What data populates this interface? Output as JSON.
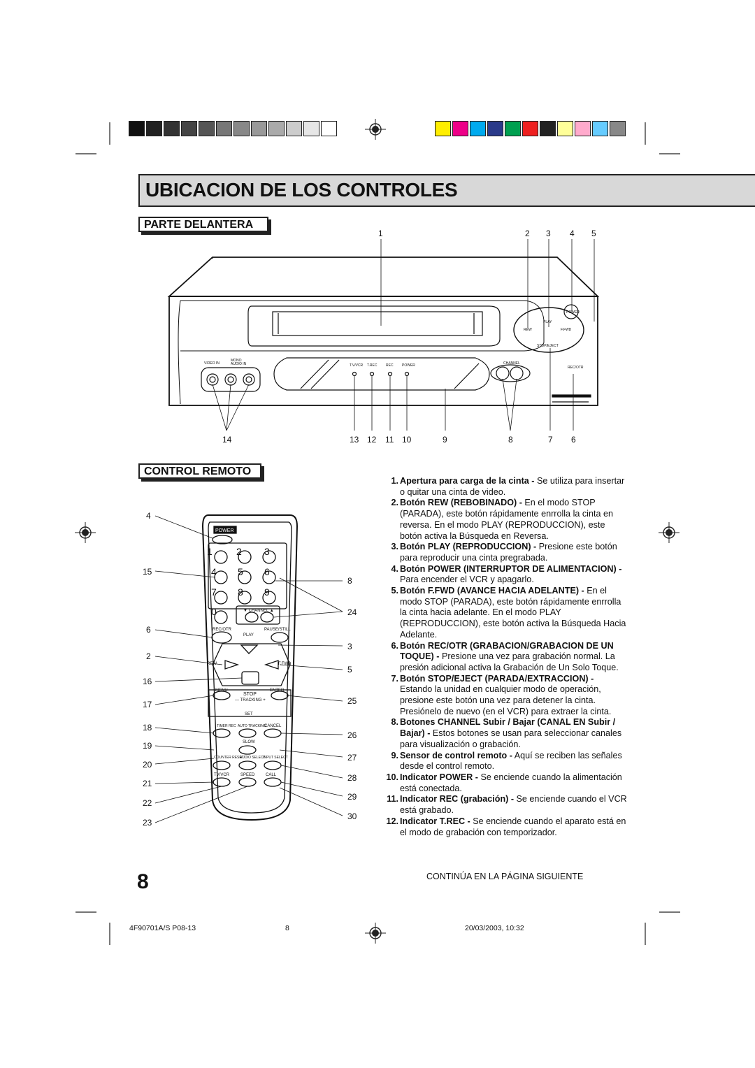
{
  "title": "UBICACION DE LOS CONTROLES",
  "front_section": "PARTE DELANTERA",
  "remote_section": "CONTROL REMOTO",
  "front_top_callouts": [
    "1",
    "2",
    "3",
    "4",
    "5"
  ],
  "front_bottom_callouts": [
    "14",
    "13",
    "12",
    "11",
    "10",
    "9",
    "8",
    "7",
    "6"
  ],
  "vcr_labels": {
    "power": "POWER",
    "play": "PLAY",
    "rew": "REW",
    "ffwd": "F.FWD",
    "stop_eject": "STOP/EJECT",
    "video_in": "VIDEO IN",
    "audio_in": "AUDIO IN",
    "mono": "MONO",
    "tv_vcr": "T.V/VCR",
    "t_rec": "T.REC",
    "rec": "REC",
    "power_ind": "POWER",
    "channel": "CHANNEL",
    "rec_otr": "REC/OTR"
  },
  "remote_labels": {
    "power": "POWER",
    "digits": [
      "1",
      "2",
      "3",
      "4",
      "5",
      "6",
      "7",
      "8",
      "9",
      "0"
    ],
    "channel": "▼ CHANNEL ▲",
    "rec_otr": "REC/OTR",
    "pause_still": "PAUSE/STILL",
    "play": "PLAY",
    "rew": "REW",
    "ffwd": "F.FWD",
    "menu": "MENU",
    "enter": "ENTER",
    "stop": "STOP",
    "tracking": "— TRACKING +",
    "set": "SET",
    "timer_rec": "TIMER REC",
    "auto_tracking": "AUTO TRACKING",
    "cancel": "CANCEL",
    "slow": "SLOW",
    "counter_reset": "COUNTER RESET",
    "audio_select": "AUDIO SELECT",
    "input_select": "INPUT SELECT",
    "tv_vcr": "TV/VCR",
    "speed": "SPEED",
    "call": "CALL"
  },
  "remote_left_callouts": [
    "4",
    "15",
    "6",
    "2",
    "16",
    "17",
    "18",
    "19",
    "20",
    "21",
    "22",
    "23"
  ],
  "remote_right_callouts": [
    "8",
    "24",
    "3",
    "5",
    "25",
    "26",
    "27",
    "28",
    "29",
    "30"
  ],
  "items": [
    {
      "num": "1.",
      "bold": "Apertura para carga de la cinta -",
      "text": " Se utiliza para insertar o quitar una cinta de video."
    },
    {
      "num": "2.",
      "bold": "Botón REW (REBOBINADO) -",
      "text": " En el modo STOP (PARADA), este botón rápidamente enrrolla la cinta en reversa. En el modo PLAY (REPRODUCCION), este botón activa la Búsqueda en Reversa."
    },
    {
      "num": "3.",
      "bold": "Botón PLAY (REPRODUCCION) -",
      "text": " Presione este botón para reproducir una cinta pregrabada."
    },
    {
      "num": "4.",
      "bold": "Botón POWER (INTERRUPTOR DE ALIMENTACION) -",
      "text": " Para encender el VCR y apagarlo."
    },
    {
      "num": "5.",
      "bold": "Botón F.FWD (AVANCE HACIA ADELANTE) -",
      "text": " En el modo STOP (PARADA), este botón rápidamente enrrolla la cinta hacia adelante. En el modo PLAY (REPRODUCCION), este botón activa la Búsqueda Hacia Adelante."
    },
    {
      "num": "6.",
      "bold": "Botón REC/OTR (GRABACION/GRABACION DE UN TOQUE) -",
      "text": " Presione una vez para grabación normal. La presión adicional activa la Grabación de Un Solo Toque."
    },
    {
      "num": "7.",
      "bold": "Botón STOP/EJECT (PARADA/EXTRACCION) -",
      "text": " Estando la unidad en cualquier modo de operación, presione este botón una vez para detener la cinta. Presiónelo de nuevo (en el VCR) para extraer la cinta."
    },
    {
      "num": "8.",
      "bold": "Botones CHANNEL Subir / Bajar (CANAL EN Subir / Bajar) -",
      "text": " Estos botones se usan para seleccionar canales para visualización o grabación."
    },
    {
      "num": "9.",
      "bold": "Sensor de control remoto -",
      "text": " Aquí se reciben las señales desde el control remoto."
    },
    {
      "num": "10.",
      "bold": "Indicator POWER -",
      "text": " Se enciende cuando la alimentación está conectada."
    },
    {
      "num": "11.",
      "bold": "Indicator REC (grabación) -",
      "text": " Se enciende cuando el VCR está grabado."
    },
    {
      "num": "12.",
      "bold": "Indicator T.REC -",
      "text": " Se enciende cuando el aparato está en el modo de grabación con temporizador."
    }
  ],
  "continue_text": "CONTINÚA EN LA PÁGINA SIGUIENTE",
  "page_number": "8",
  "footer": {
    "code": "4F90701A/S P08-13",
    "page": "8",
    "date": "20/03/2003, 10:32"
  },
  "swatches_gray": [
    "#111111",
    "#222222",
    "#333333",
    "#444444",
    "#555555",
    "#777777",
    "#888888",
    "#999999",
    "#aaaaaa",
    "#cccccc",
    "#e6e6e6",
    "#ffffff"
  ],
  "swatches_color": [
    "#ffee00",
    "#ee0088",
    "#00aaee",
    "#2a3a8a",
    "#00a050",
    "#ee2020",
    "#222222",
    "#ffff99",
    "#ffaacc",
    "#66ccff",
    "#888888"
  ]
}
